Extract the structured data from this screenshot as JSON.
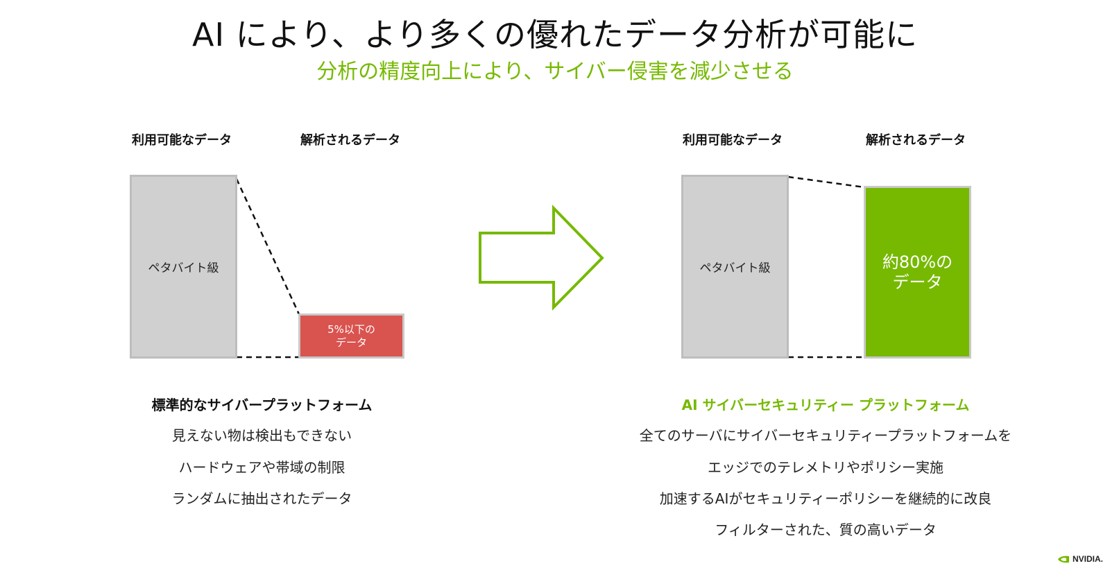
{
  "title": "AI により、より多くの優れたデータ分析が可能に",
  "subtitle": "分析の精度向上により、サイバー侵害を減少させる",
  "left_panel": {
    "available_label": "利用可能なデータ",
    "analyzed_label": "解析されるデータ",
    "available_box": "ペタバイト級",
    "analyzed_box": "5%以下の\nデータ",
    "heading": "標準的なサイバープラットフォーム",
    "bullets": [
      "見えない物は検出もできない",
      "ハードウェアや帯域の制限",
      "ランダムに抽出されたデータ"
    ]
  },
  "right_panel": {
    "available_label": "利用可能なデータ",
    "analyzed_label": "解析されるデータ",
    "available_box": "ペタバイト級",
    "analyzed_box": "約80%の\nデータ",
    "heading": "AI サイバーセキュリティー プラットフォーム",
    "bullets": [
      "全てのサーバにサイバーセキュリティープラットフォームを",
      "エッジでのテレメトリやポリシー実施",
      "加速するAIがセキュリティーポリシーを継続的に改良",
      "フィルターされた、質の高いデータ"
    ]
  },
  "logo": {
    "text": "NVIDIA.",
    "icon": "nvidia-eye-icon"
  },
  "colors": {
    "accent_green": "#76b900",
    "alert_red": "#d9534f",
    "box_gray": "#d0d0d0"
  }
}
